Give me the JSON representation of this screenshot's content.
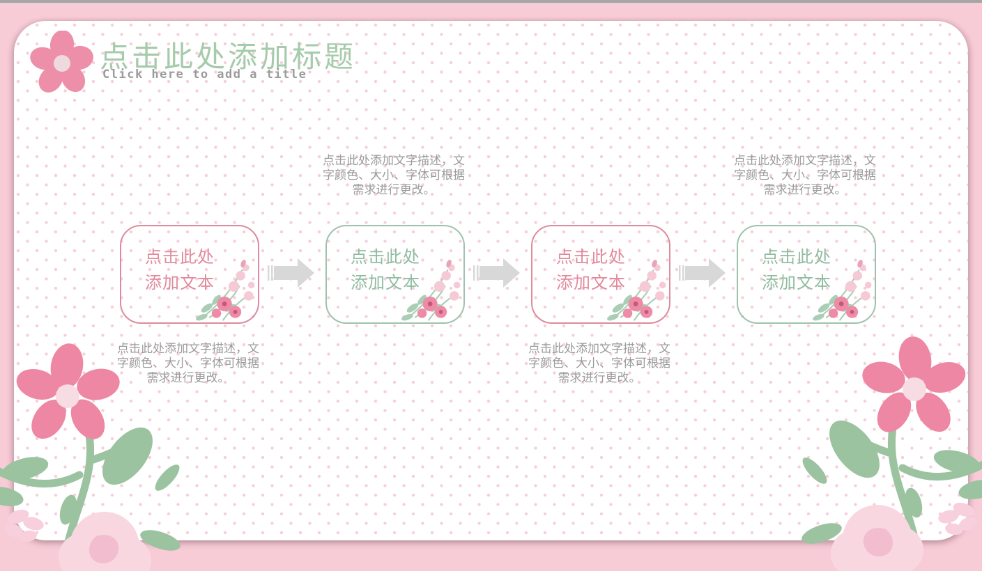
{
  "slide": {
    "title": "点击此处添加标题",
    "subtitle": "Click here to add a title"
  },
  "steps": [
    {
      "label_line1": "点击此处",
      "label_line2": "添加文本",
      "accent_color": "#dd8b9e",
      "description": "点击此处添加文字描述，文字颜色、大小、字体可根据需求进行更改。",
      "description_position": "below"
    },
    {
      "label_line1": "点击此处",
      "label_line2": "添加文本",
      "accent_color": "#9fc2ae",
      "description": "点击此处添加文字描述，文字颜色、大小、字体可根据需求进行更改。",
      "description_position": "above"
    },
    {
      "label_line1": "点击此处",
      "label_line2": "添加文本",
      "accent_color": "#dd8b9e",
      "description": "点击此处添加文字描述，文字颜色、大小、字体可根据需求进行更改。",
      "description_position": "below"
    },
    {
      "label_line1": "点击此处",
      "label_line2": "添加文本",
      "accent_color": "#9fc2ae",
      "description": "点击此处添加文字描述，文字颜色、大小、字体可根据需求进行更改。",
      "description_position": "above"
    }
  ],
  "icons": {
    "title_flower": "pink-five-petal-flower",
    "step_corner": "watercolor-flower-bouquet",
    "between_steps": "gray-block-arrow-right",
    "bottom_corners": "pink-flower-with-leaves-and-rose"
  },
  "colors": {
    "outer_background": "#f8ccd7",
    "card_background": "#ffffff",
    "polka_dot": "#f7cfdb",
    "title_green": "#a5cbab",
    "subtitle_gray": "#9b9b9b",
    "pink_accent": "#dd8b9e",
    "green_accent": "#9fc2ae",
    "description_gray": "#9b9b9b",
    "arrow_gray": "#d8d8d8",
    "flower_pink": "#ee87a4",
    "leaf_green": "#9cc3a0",
    "window_edge_gray": "#a6a6a6"
  }
}
